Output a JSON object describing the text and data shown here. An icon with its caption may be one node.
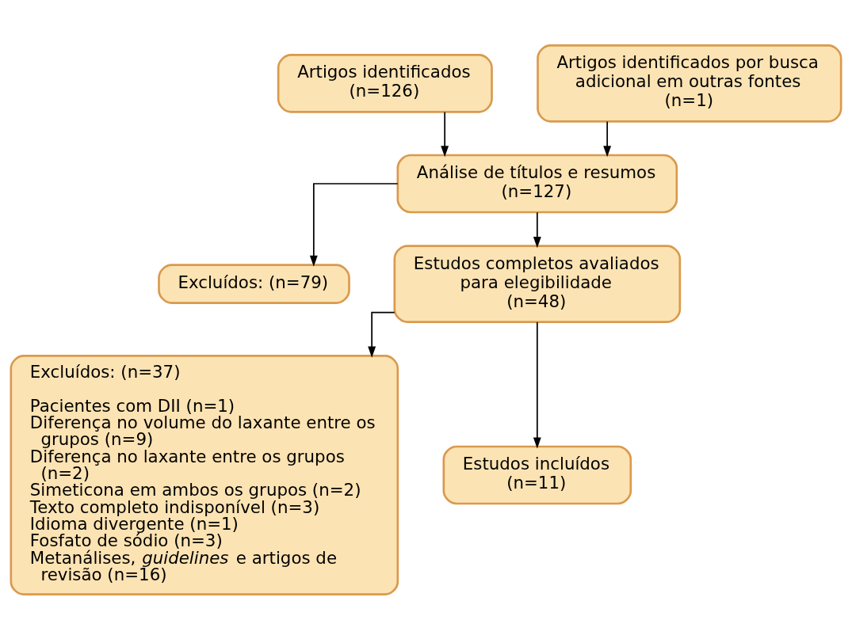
{
  "diagram": {
    "nodes": [
      {
        "text": [
          "Artigos identificados (n=126)"
        ]
      },
      {
        "text": [
          "Artigos identificados por busca adicional em outras fontes",
          "(n=1)"
        ]
      },
      {
        "text": [
          "Análise de títulos e resumos",
          "(n=127)"
        ]
      },
      {
        "text": [
          "Excluídos: (n=79)"
        ]
      },
      {
        "text": [
          "Estudos completos avaliados para elegibilidade",
          "(n=48)"
        ]
      },
      {
        "text": [
          "Excluídos: (n=37)",
          "Pacientes com DII (n=1)",
          "Diferença no volume do laxante entre os grupos (n=9)",
          "Diferença no laxante entre os grupos (n=2)",
          "Simeticona em ambos os grupos (n=2)",
          "Texto completo indisponível (n=3)",
          "Idioma divergente (n=1)",
          "Fosfato de sódio (n=3)",
          "Metanálises, *guidelines* e artigos de revisão (n=16)"
        ]
      },
      {
        "text": [
          "Estudos incluídos",
          "(n=11)"
        ]
      }
    ],
    "edges": [
      {
        "from": 0,
        "to": 2,
        "arrow": "to"
      },
      {
        "from": 1,
        "to": 2,
        "arrow": "to"
      },
      {
        "from": 2,
        "to": 3,
        "arrow": "to"
      },
      {
        "from": 2,
        "to": 4,
        "arrow": "to"
      },
      {
        "from": 4,
        "to": 5,
        "arrow": "to"
      },
      {
        "from": 4,
        "to": 6,
        "arrow": "to"
      }
    ]
  }
}
